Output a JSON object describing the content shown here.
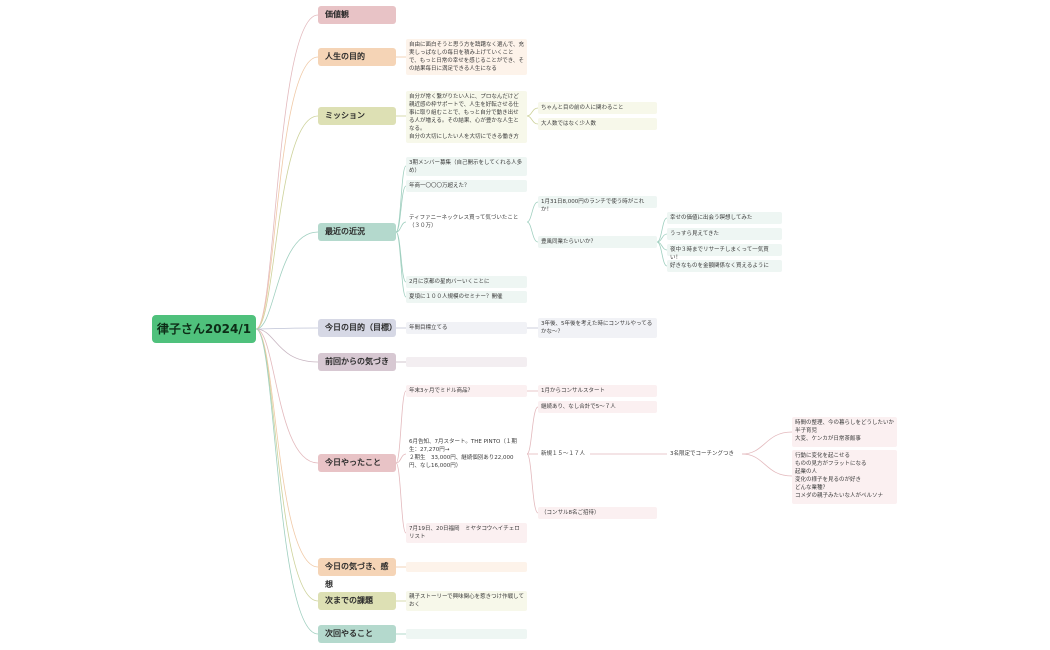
{
  "colors": {
    "root": "#4fc17c",
    "pink": "#e8c3c6",
    "pink_leaf": "#fbf0f1",
    "orange": "#f5d4b6",
    "orange_leaf": "#fdf3ea",
    "olive": "#dde0b4",
    "olive_leaf": "#f7f8ea",
    "teal": "#b4d9cd",
    "teal_leaf": "#eef6f3",
    "lavender": "#d6d8e5",
    "lavender_leaf": "#f1f2f6",
    "mauve": "#d7c8d2",
    "mauve_leaf": "#f3eef1"
  },
  "mindmap": {
    "root": "律子さん2024/1",
    "branches": {
      "values": "価値観",
      "life_goal": "人生の目的",
      "mission": "ミッション",
      "recent": "最近の近況",
      "today_goal": "今日の目的（目標）",
      "prev_notice": "前回からの気づき",
      "today_did": "今日やったこと",
      "today_impression": "今日の気づき、感想",
      "next_task": "次までの課題",
      "next_do": "次回やること"
    },
    "leaves": {
      "life_goal_1": "自由に面白そうと思う方を躊躇なく選んで、充実しっぱなしの毎日を積み上げていくことで、もっと日常の幸せを感じることができ、その結果毎日に満足できる人生になる",
      "mission_1": "自分が常く繋がりたい人に、プロなんだけど親近感の枠サポートで、人生を好転させる仕事に取り組むことで、もっと自分で動き出せる人が増える。その結果、心が豊かな人生となる。\n自分の大切にしたい人を大切にできる働き方",
      "mission_1a": "ちゃんと目の前の人に関わること",
      "mission_1b": "大人数ではなく少人数",
      "recent_1": "3期メンバー募集（自己開示をしてくれる人多め）",
      "recent_2": "年商一〇〇〇万超えた？",
      "recent_3": "ティファニーネックレス買って気づいたこと（３０万）",
      "recent_3a": "1月31日8,000円のランチで使う時がこれか！",
      "recent_3b": "豊風同業たらいいか？",
      "recent_3b1": "幸せの価値に出会う瞑想してみた",
      "recent_3b2": "うっすら見えてきた",
      "recent_3b3": "夜中３時までリサーチしまくって一気買い！",
      "recent_3b4": "好きなものを金額関係なく買えるように",
      "recent_4": "2月に京都の星肉バーいくことに",
      "recent_5": "夏頃に１００人規模のセミナー？開催",
      "today_goal_1": "年間目標立てる",
      "today_goal_1a": "3年後、5年後を考えた時にコンサルやってるかな～？",
      "did_1": "年末3ヶ月でミドル商品？",
      "did_1a": "1月からコンサルスタート",
      "did_2": "6月告知、7月スタート。THE PINTO（１期生：27,270円→\n２期生　33,000円、継続個別あり22,000円、なし16,000円）",
      "did_2a": "継続あり、なし合計で5～７人",
      "did_2b": "新規１５～１７人",
      "did_2b1": "3名限定でコーチングつき",
      "did_2b1a": "時間の整理、今の暮らしをどうしたいか\n半子育児\n大変、ケンカが日常茶飯事",
      "did_2b1b": "行動に変化を起こせる\nものの見方がフラットになる\n起業の人\n変化の様子を見るのが好き\nどんな業種？\nコメダの親子みたいな人がペルソナ",
      "did_2c": "（コンサル8名ご招待）",
      "did_3": "7月19日、20日福岡　ミヤタコウヘイチェロリスト",
      "next_task_1": "親子ストーリーで興味関心を惹きつけ作戦しておく"
    }
  }
}
